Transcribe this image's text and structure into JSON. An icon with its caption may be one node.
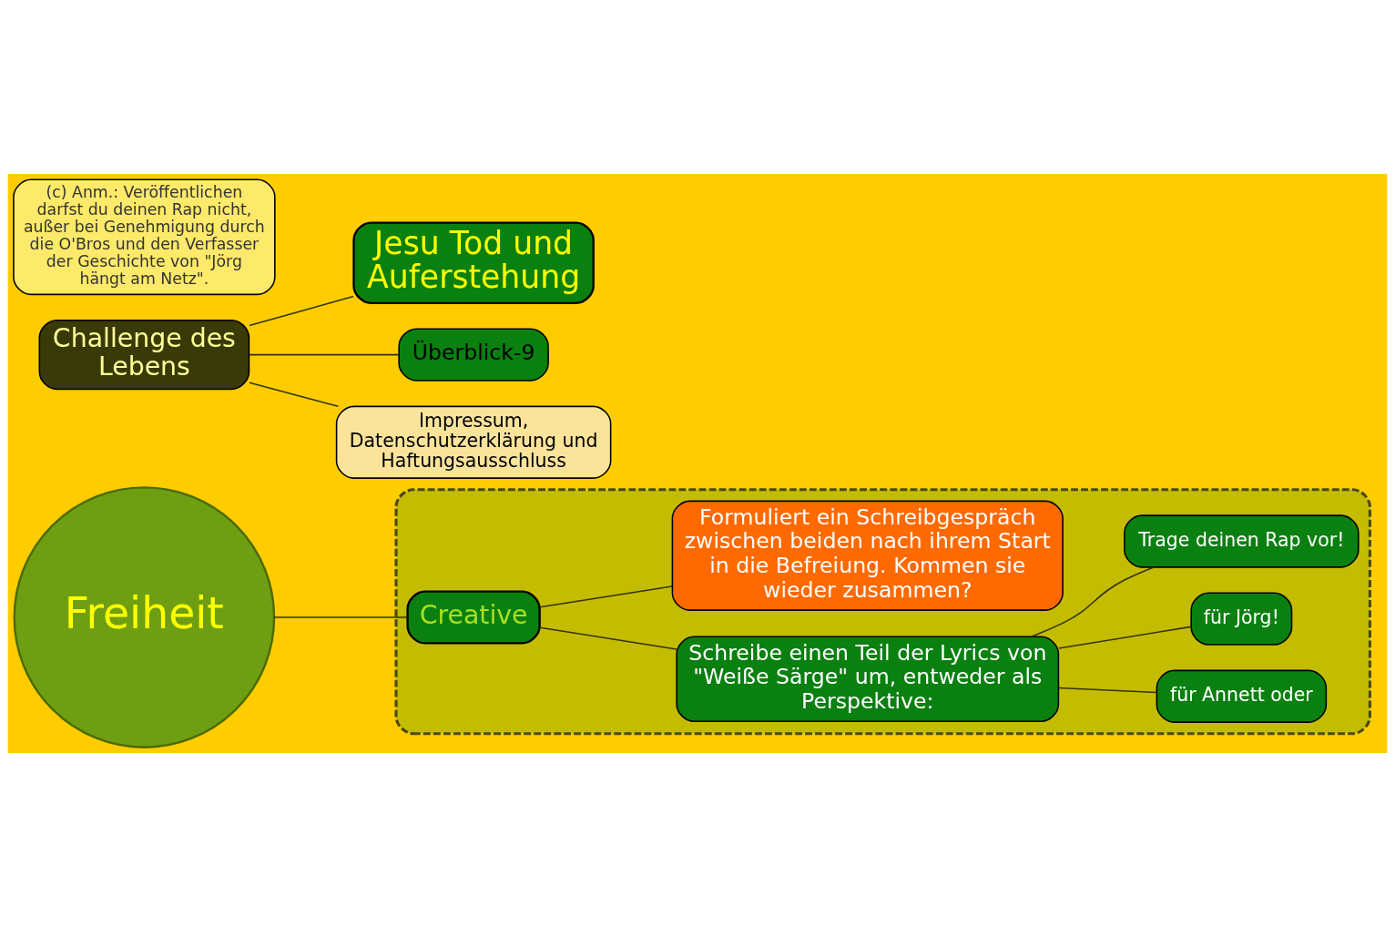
{
  "diagram": {
    "nodes": [
      {
        "text": [
          "Freiheit"
        ]
      },
      {
        "text": [
          "Challenge des Lebens"
        ]
      },
      {
        "text": [
          "Jesu Tod und Auferstehung"
        ]
      },
      {
        "text": [
          "Überblick-9"
        ]
      },
      {
        "text": [
          "Impressum, Datenschutzerklärung und Haftungsausschluss"
        ]
      },
      {
        "text": [],
        "shape": "box"
      },
      {
        "text": [
          "Creative"
        ],
        "in": 5
      },
      {
        "text": [
          "Schreibe einen Teil der Lyrics von \"Weiße Särge\" um, entweder als Perspektive:"
        ],
        "in": 5
      },
      {
        "text": [
          "für Annett oder"
        ],
        "in": 5
      },
      {
        "text": [
          "für Jörg!"
        ],
        "in": 5
      },
      {
        "text": [
          "Trage deinen Rap vor!"
        ],
        "in": 5
      },
      {
        "text": [
          "Formuliert ein Schreibgespräch zwischen beiden nach ihrem Start in die Befreiung. Kommen sie wieder zusammen?"
        ],
        "in": 5
      },
      {
        "text": [
          "(c) Anm.: Veröffentlichen darfst du deinen Rap nicht, außer bei Genehmigung durch die O'Bros und den Verfasser der Geschichte von \"Jörg hängt am Netz\"."
        ]
      }
    ],
    "edges": [
      {
        "from": 1,
        "to": 2,
        "arrow": "none"
      },
      {
        "from": 1,
        "to": 3,
        "arrow": "none"
      },
      {
        "from": 1,
        "to": 4,
        "arrow": "none"
      },
      {
        "from": 0,
        "to": 6,
        "arrow": "none"
      },
      {
        "from": 6,
        "to": 7,
        "arrow": "none"
      },
      {
        "from": 6,
        "to": 11,
        "arrow": "none"
      },
      {
        "from": 7,
        "to": 8,
        "arrow": "none"
      },
      {
        "from": 7,
        "to": 9,
        "arrow": "none"
      },
      {
        "from": 7,
        "to": 10,
        "arrow": "none"
      }
    ]
  }
}
